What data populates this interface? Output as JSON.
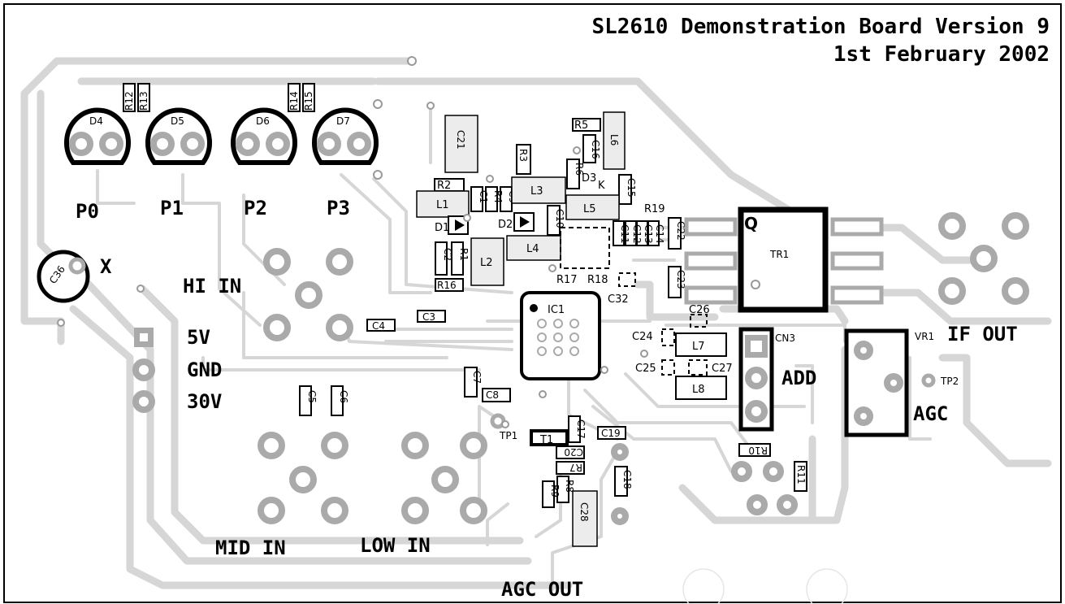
{
  "title": {
    "line1": "SL2610 Demonstration Board Version 9",
    "line2": "1st February 2002"
  },
  "labels": {
    "p0": "P0",
    "p1": "P1",
    "p2": "P2",
    "p3": "P3",
    "hi_in": "HI IN",
    "mid_in": "MID IN",
    "low_in": "LOW IN",
    "agc_out": "AGC OUT",
    "if_out": "IF OUT",
    "add": "ADD",
    "agc": "AGC",
    "v5": "5V",
    "gnd": "GND",
    "v30": "30V",
    "x_mark": "X"
  },
  "components": {
    "d4": "D4",
    "d5": "D5",
    "d6": "D6",
    "d7": "D7",
    "r12": "R12",
    "r13": "R13",
    "r14": "R14",
    "r15": "R15",
    "c36": "C36",
    "c21": "C21",
    "r2": "R2",
    "l1": "L1",
    "c1": "C1",
    "r4": "R4",
    "c9": "C9",
    "l3": "L3",
    "r3": "R3",
    "r5": "R5",
    "c16": "C16",
    "l6": "L6",
    "r6": "R6",
    "d3": "D3",
    "c15": "C15",
    "l5": "L5",
    "r19": "R19",
    "c10": "C10",
    "c11": "C11",
    "c12": "C12",
    "c13": "C13",
    "c14": "C14",
    "d1": "D1",
    "d2": "D2",
    "l4": "L4",
    "l2": "L2",
    "c2": "C2",
    "r1": "R1",
    "r16": "R16",
    "r17": "R17",
    "r18": "R18",
    "c32": "C32",
    "c22": "C22",
    "c23": "C23",
    "tr1": "TR1",
    "ic1": "IC1",
    "c4": "C4",
    "c3": "C3",
    "c26": "C26",
    "c24": "C24",
    "l7": "L7",
    "c25": "C25",
    "c27": "C27",
    "l8": "L8",
    "cn3": "CN3",
    "vr1": "VR1",
    "tp2": "TP2",
    "c5": "C5",
    "c6": "C6",
    "c7": "C7",
    "c8": "C8",
    "tp1": "TP1",
    "t1": "T1",
    "c17": "C17",
    "c19": "C19",
    "c20": "C20",
    "r7": "R7",
    "r8": "R8",
    "r9": "R9",
    "c18": "C18",
    "c28": "C28",
    "r10": "R10",
    "r11": "R11",
    "q_mark": "Q",
    "k_mark": "K"
  }
}
